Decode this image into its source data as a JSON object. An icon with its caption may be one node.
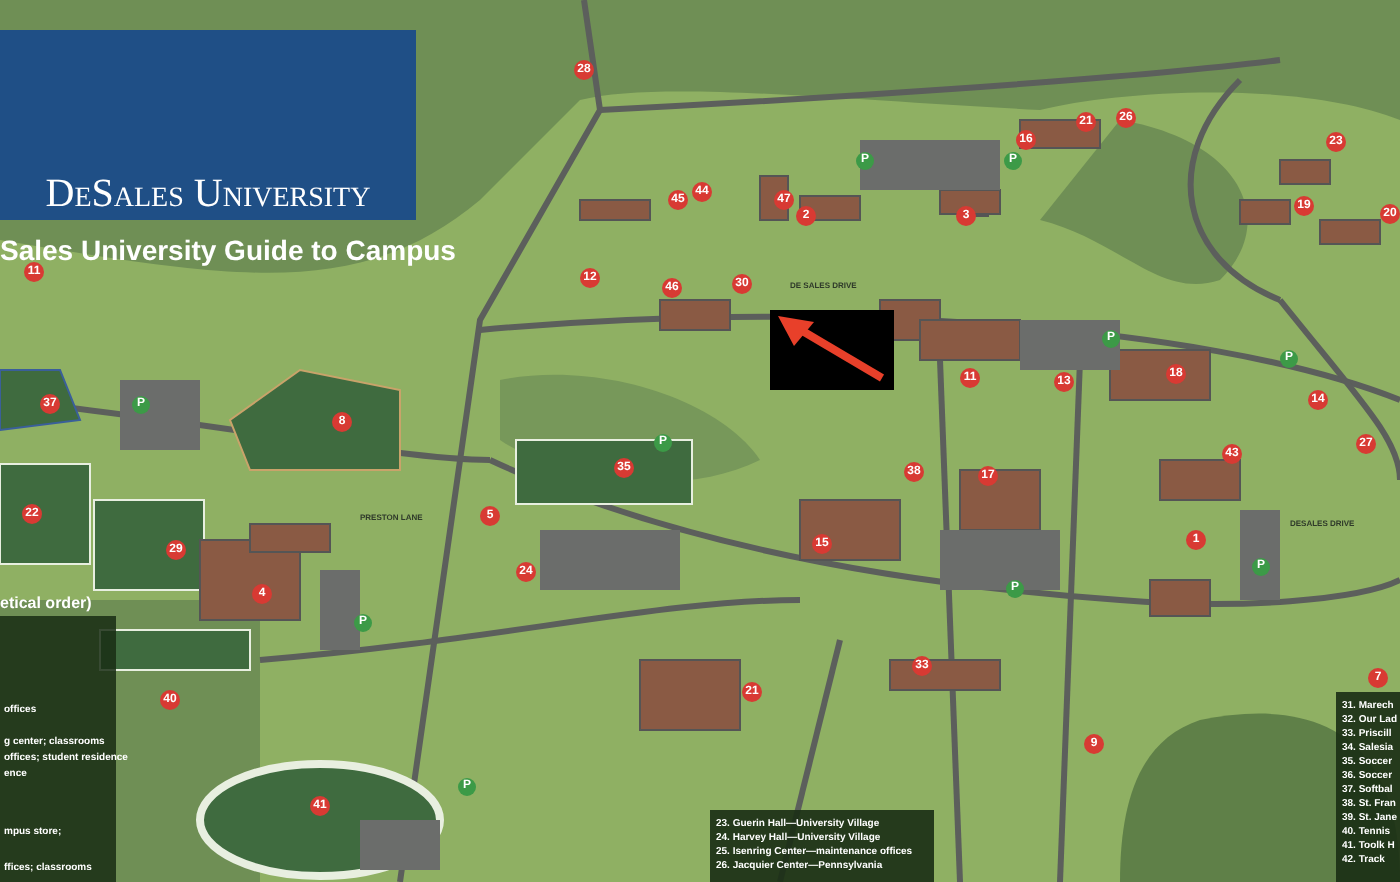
{
  "diagram": {
    "title": "Sales University Guide to Campus",
    "labels": [
      "DeSales University",
      "28",
      "11",
      "12",
      "46",
      "30",
      "45",
      "44",
      "47",
      "2",
      "3",
      "16",
      "21",
      "26",
      "23",
      "19",
      "20",
      "37",
      "8",
      "35",
      "5",
      "24",
      "15",
      "38",
      "17",
      "43",
      "27",
      "14",
      "1",
      "33",
      "21",
      "7",
      "9",
      "22",
      "29",
      "4",
      "40",
      "41",
      "11",
      "13",
      "18",
      "P",
      "P",
      "P",
      "P",
      "P",
      "P",
      "P",
      "P",
      "P",
      "P",
      "PRESTON LANE",
      "DE SALES DRIVE",
      "DESALES DRIVE",
      "etical order)",
      "offices",
      "g center; classrooms",
      "offices; student residence",
      "ence",
      "mpus store;",
      "ffices; classrooms",
      "23. Guerin Hall—University Village",
      "24. Harvey Hall—University Village",
      "25. Isenring Center—maintenance offices",
      "26. Jacquier Center—Pennsylvania",
      "31. Marech",
      "32. Our Lad",
      "33. Priscill",
      "34. Salesia",
      "35. Soccer",
      "36. Soccer",
      "37. Softbal",
      "38. St. Fran",
      "39. St. Jane",
      "40. Tennis",
      "41. Toolk H",
      "42. Track"
    ]
  }
}
